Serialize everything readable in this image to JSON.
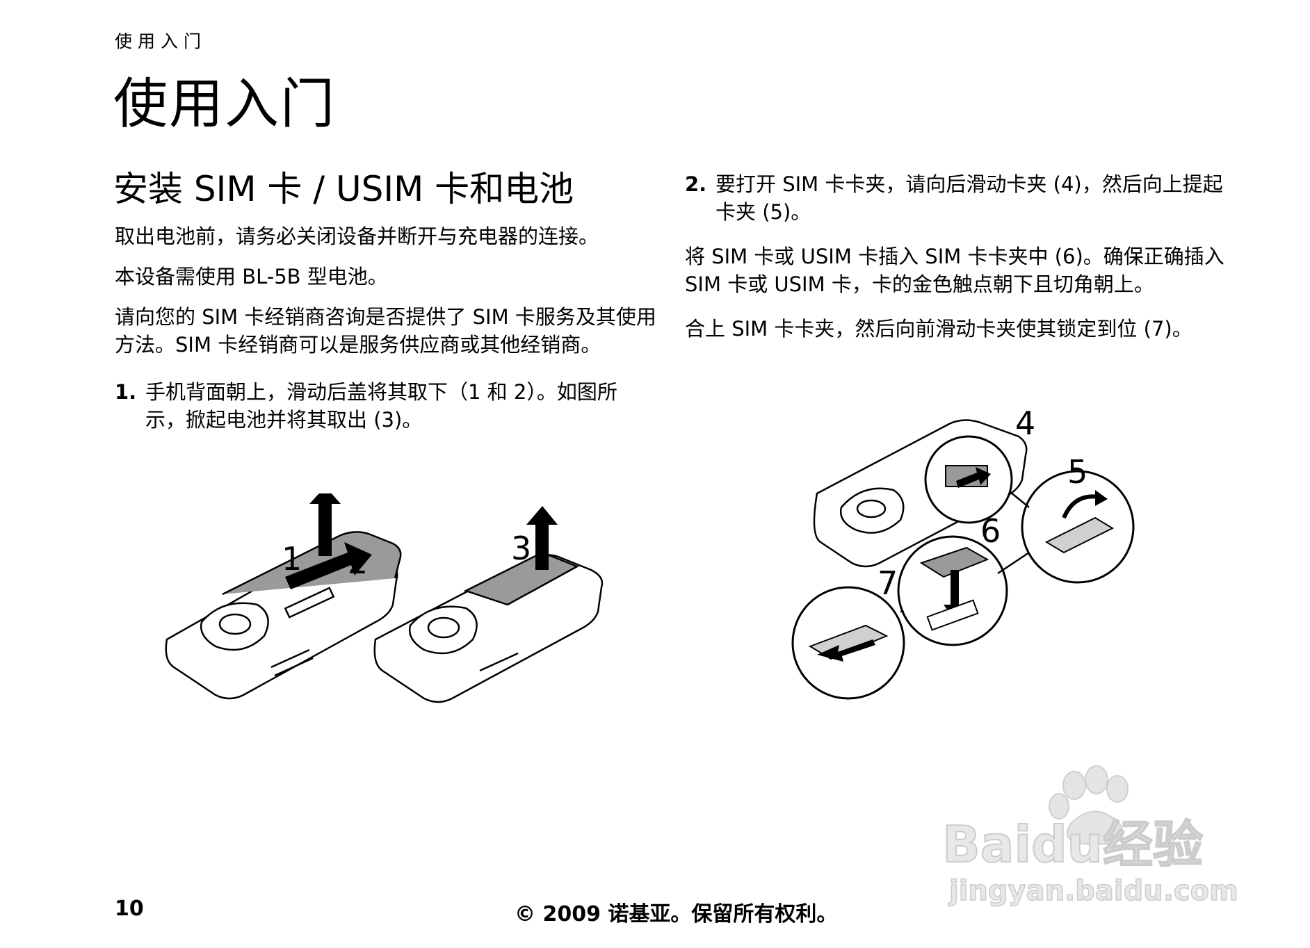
{
  "header": {
    "running_title": "使用入门"
  },
  "chapter": {
    "title": "使用入门"
  },
  "section": {
    "title": "安装 SIM 卡 / USIM 卡和电池"
  },
  "left_column": {
    "paragraphs": [
      "取出电池前，请务必关闭设备并断开与充电器的连接。",
      "本设备需使用 BL-5B 型电池。",
      "请向您的 SIM 卡经销商咨询是否提供了 SIM 卡服务及其使用方法。SIM 卡经销商可以是服务供应商或其他经销商。"
    ],
    "step1": {
      "number": "1.",
      "text": "手机背面朝上，滑动后盖将其取下（1 和 2）。如图所示，掀起电池并将其取出 (3)。"
    }
  },
  "right_column": {
    "step2": {
      "number": "2.",
      "text": "要打开 SIM 卡卡夹，请向后滑动卡夹 (4)，然后向上提起卡夹 (5)。"
    },
    "paragraphs": [
      "将 SIM 卡或 USIM 卡插入 SIM 卡卡夹中 (6)。确保正确插入 SIM 卡或 USIM 卡，卡的金色触点朝下且切角朝上。",
      "合上 SIM 卡卡夹，然后向前滑动卡夹使其锁定到位 (7)。"
    ]
  },
  "illustrations": {
    "left_labels": [
      "1",
      "2",
      "3"
    ],
    "right_labels": [
      "4",
      "5",
      "6",
      "7"
    ]
  },
  "footer": {
    "page_number": "10",
    "copyright": "© 2009 诺基亚。保留所有权利。"
  },
  "watermark": {
    "brand": "Baidu经验",
    "url": "jingyan.baidu.com"
  },
  "colors": {
    "text": "#000000",
    "background": "#ffffff",
    "figure_grey": "#9a9a9a",
    "watermark_grey": "#d8d8d8"
  }
}
